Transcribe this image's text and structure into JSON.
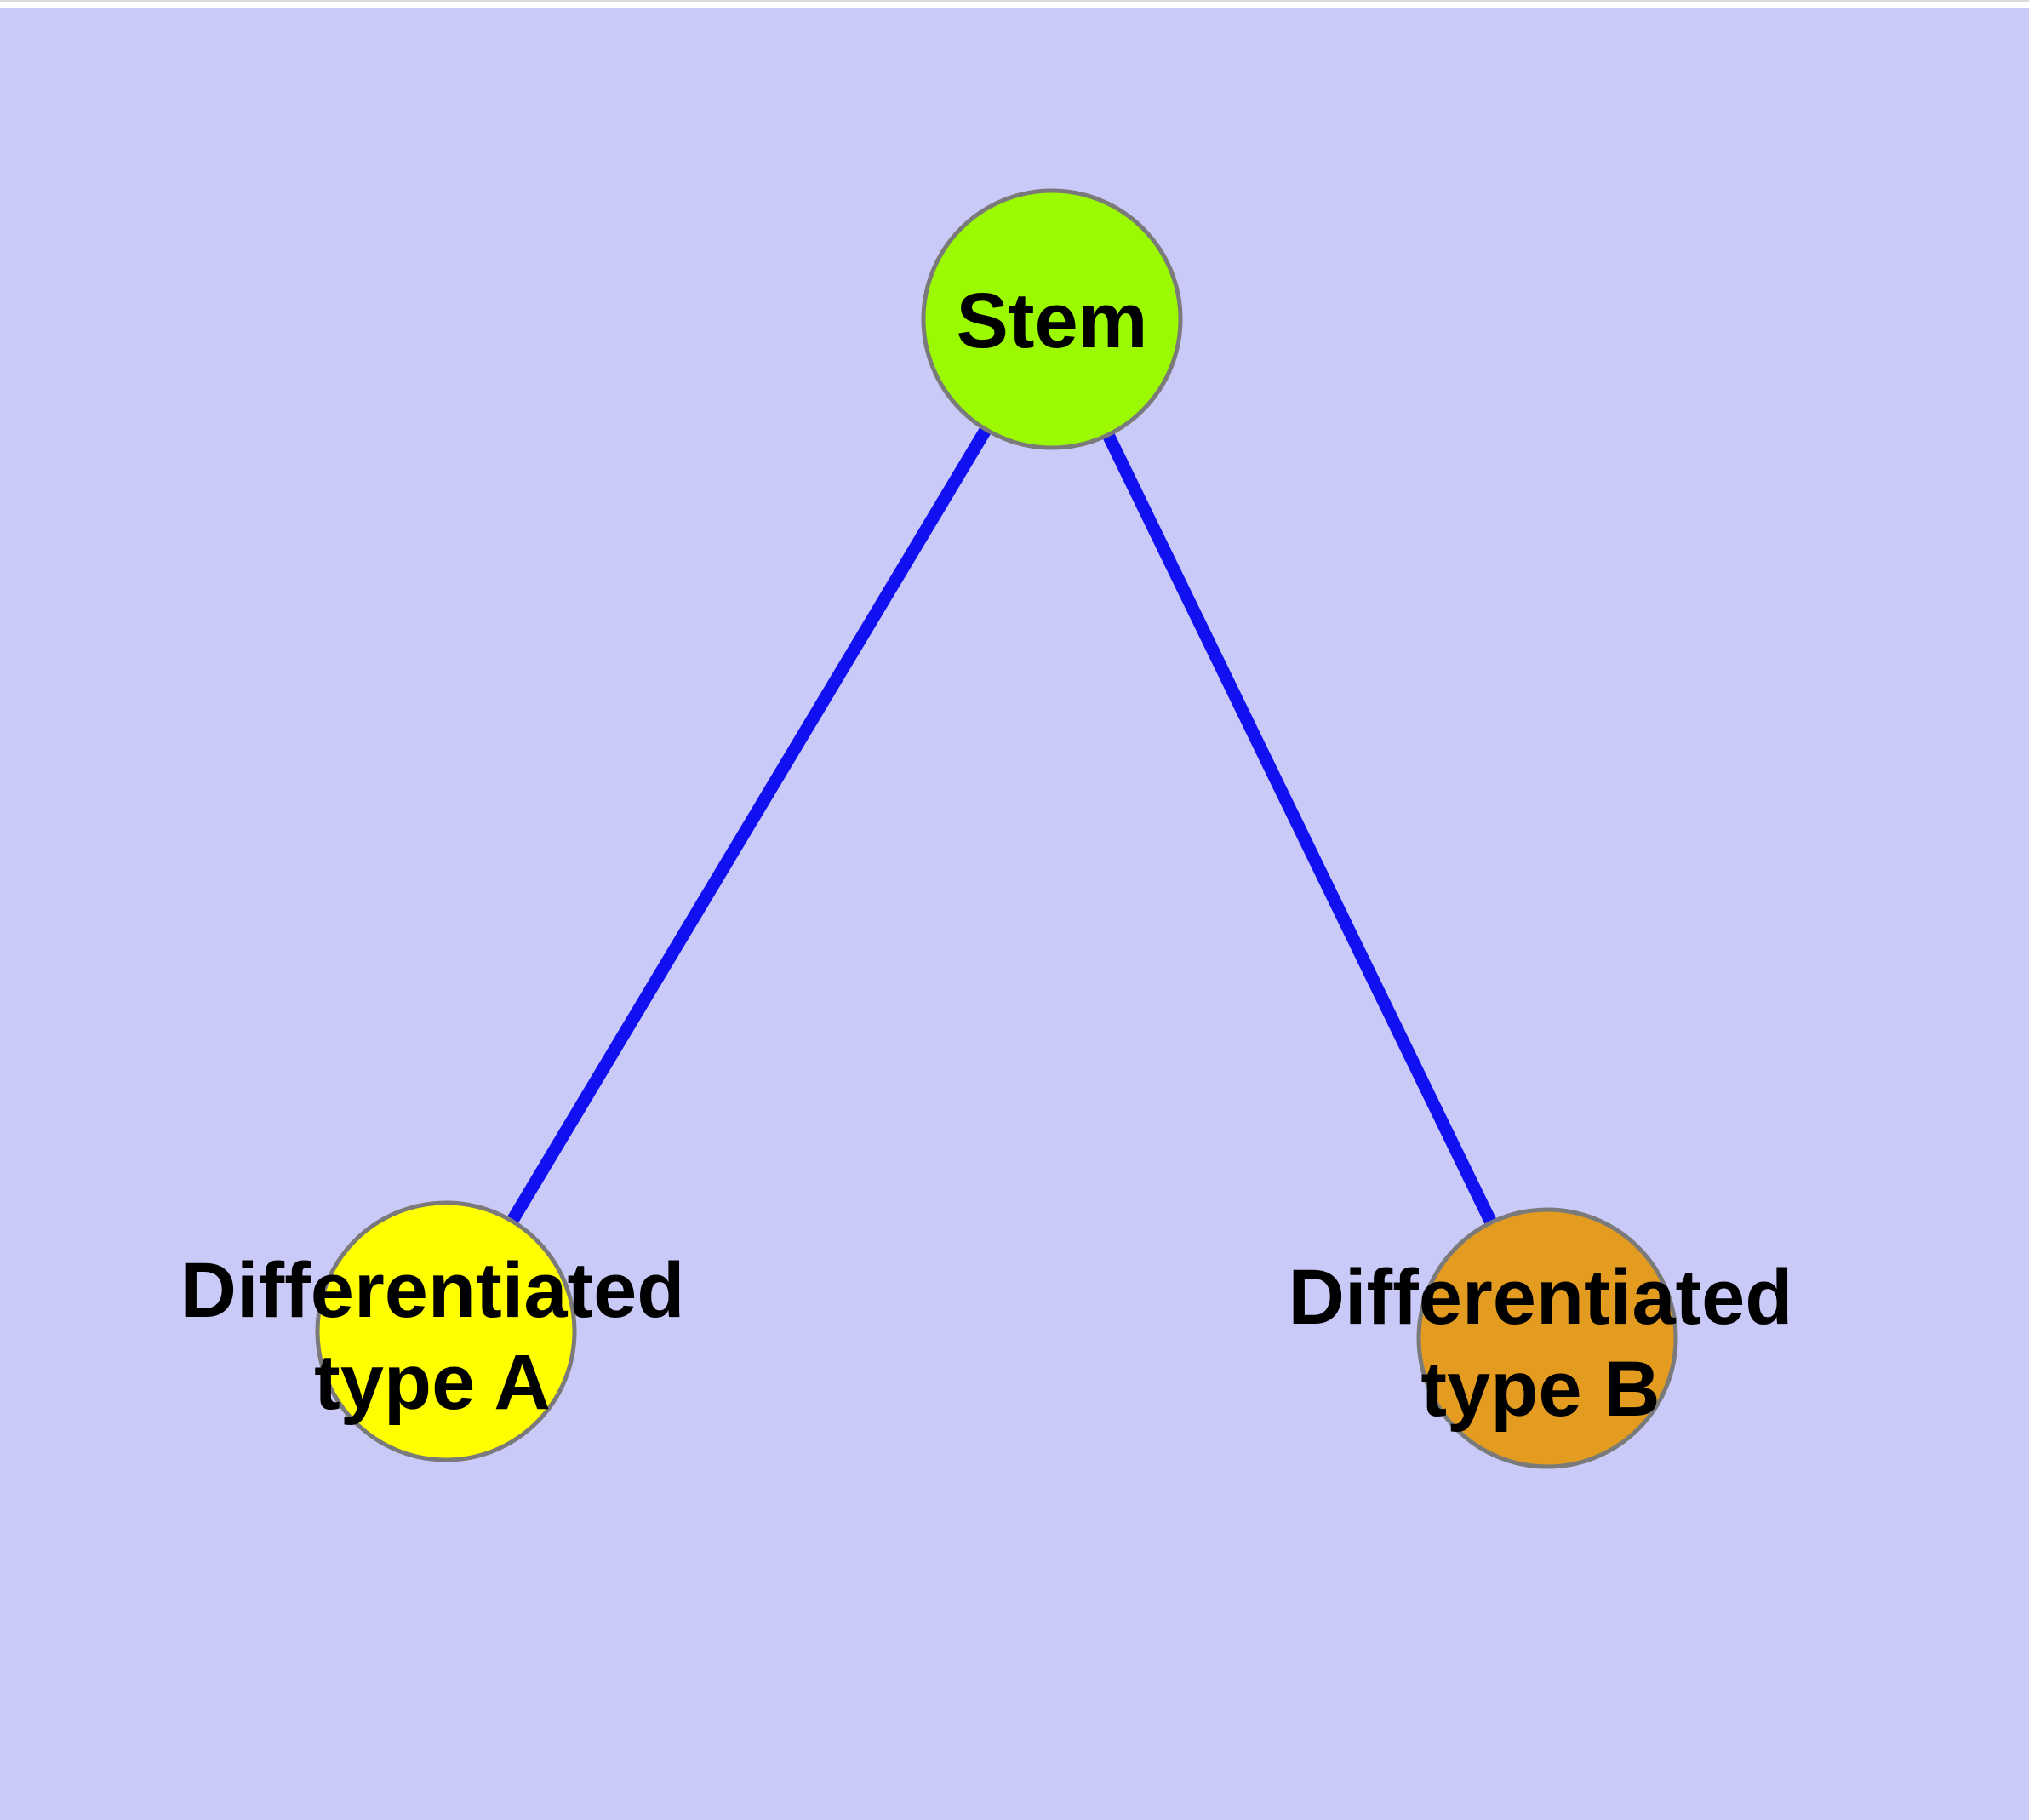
{
  "diagram": {
    "background_color": "#cacaf8",
    "top_strip_color": "#ffffff",
    "top_strip_border_color": "#d9d9d9",
    "edge_color": "#1010f0",
    "node_border_color": "#7a7a7a",
    "label_color": "#000000",
    "nodes": [
      {
        "id": "stem",
        "label": "Stem",
        "label_line1": "Stem",
        "label_line2": "",
        "fill": "#9bf900"
      },
      {
        "id": "differentiated-type-a",
        "label": "Differentiated type A",
        "label_line1": "Differentiated",
        "label_line2": "type A",
        "fill": "#ffff00"
      },
      {
        "id": "differentiated-type-b",
        "label": "Differentiated type B",
        "label_line1": "Differentiated",
        "label_line2": "type B",
        "fill": "#e39c20"
      }
    ],
    "edges": [
      {
        "from": "stem",
        "to": "differentiated-type-a"
      },
      {
        "from": "stem",
        "to": "differentiated-type-b"
      }
    ]
  }
}
